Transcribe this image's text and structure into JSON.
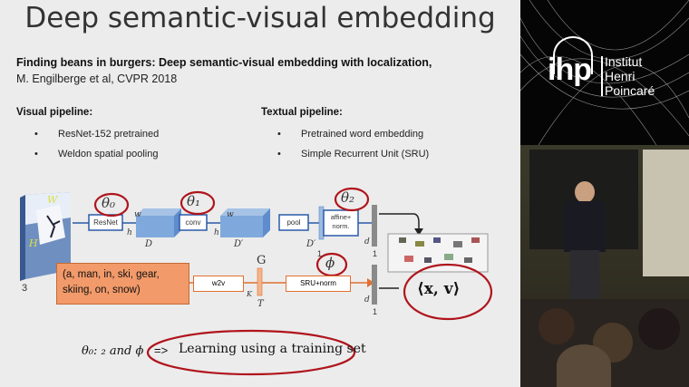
{
  "slide": {
    "title": "Deep semantic-visual embedding",
    "paper_title": "Finding beans in burgers: Deep semantic-visual embedding with localization,",
    "paper_authors": "M. Engilberge et al, CVPR 2018",
    "visual": {
      "heading": "Visual pipeline:",
      "items": [
        "ResNet-152 pretrained",
        "Weldon spatial pooling"
      ]
    },
    "textual": {
      "heading": "Textual pipeline:",
      "items": [
        "Pretrained word embedding",
        "Simple Recurrent Unit (SRU)"
      ]
    },
    "diagram": {
      "resnet": "ResNet",
      "conv": "conv",
      "pool": "pool",
      "affine_1": "affine+",
      "affine_2": "norm.",
      "w2v": "w2v",
      "sru": "SRU+norm",
      "sentence_line1": "(a, man, in, ski, gear,",
      "sentence_line2": "skiing, on, snow)",
      "theta0": "θ₀",
      "theta1": "θ₁",
      "theta2": "θ₂",
      "phi": "ϕ",
      "W": "W",
      "H": "H",
      "three": "3",
      "w_small": "w",
      "h_small": "h",
      "D": "D",
      "w_small2": "w",
      "h_small2": "h",
      "Dprime": "D′",
      "Dprime2": "D′",
      "one_a": "1",
      "d_a": "d",
      "one_b": "1",
      "G": "G",
      "K": "K",
      "T": "T",
      "d_b": "d",
      "one_c": "1",
      "xv": "⟨x, v⟩"
    },
    "footer": {
      "params": "θ₀: ₂  and  ϕ",
      "arrow": "=>",
      "learning": "Learning using a training set"
    }
  },
  "sidebar": {
    "logo_abbr": "ihp",
    "logo_line1": "Institut",
    "logo_line2": "Henri",
    "logo_line3": "Poincaré"
  },
  "colors": {
    "red_ring": "#b0141c",
    "blue_box": "#2a5aa8",
    "orange_box": "#f29a6a",
    "slide_bg": "#ececec"
  }
}
